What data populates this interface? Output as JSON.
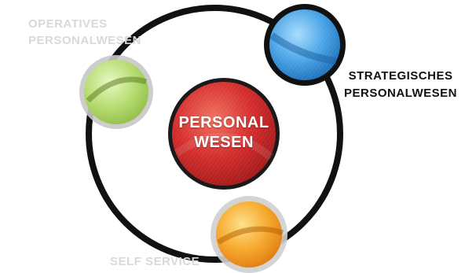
{
  "center": {
    "line1": "PERSONAL",
    "line2": "WESEN",
    "color": "#d42d2d"
  },
  "nodes": [
    {
      "id": "operative",
      "line1": "OPERATIVES",
      "line2": "PERSONALWESEN",
      "color": "#a9d15a",
      "label_color": "#d9d9d9"
    },
    {
      "id": "strategic",
      "line1": "STRATEGISCHES",
      "line2": "PERSONALWESEN",
      "color": "#3d9ae0",
      "label_color": "#111111"
    },
    {
      "id": "self-service",
      "line1": "SELF SERVICE",
      "color": "#f39a1e",
      "label_color": "#d9d9d9"
    }
  ],
  "orbit_color": "#111111"
}
